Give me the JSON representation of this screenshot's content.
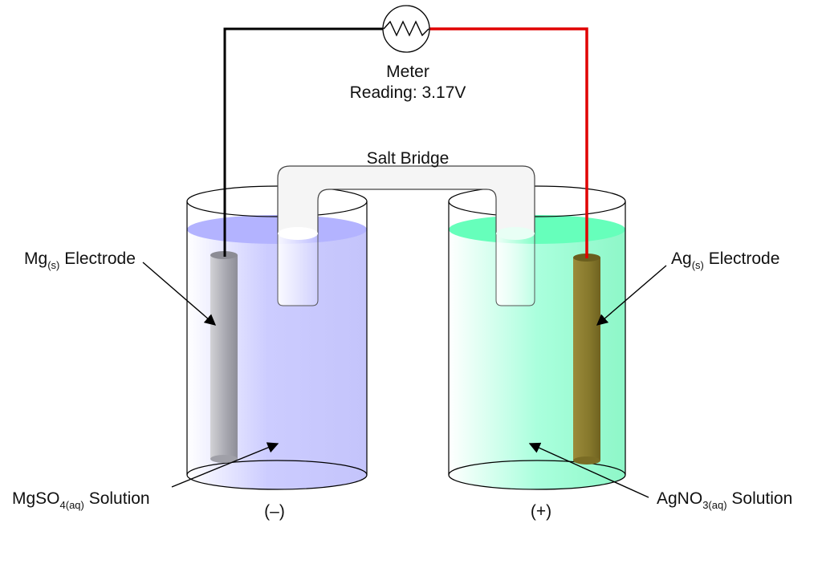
{
  "meter": {
    "title": "Meter",
    "reading_prefix": "Reading: ",
    "reading_value": "3.17V"
  },
  "salt_bridge": {
    "label": "Salt Bridge"
  },
  "left_cell": {
    "electrode_main": "Mg",
    "electrode_sub": "(s)",
    "electrode_suffix": " Electrode",
    "solution_main": "MgSO",
    "solution_sub": "4(aq)",
    "solution_suffix": " Solution",
    "polarity": "(–)"
  },
  "right_cell": {
    "electrode_main": "Ag",
    "electrode_sub": "(s)",
    "electrode_suffix": " Electrode",
    "solution_main": "AgNO",
    "solution_sub": "3(aq)",
    "solution_suffix": " Solution",
    "polarity": "(+)"
  },
  "colors": {
    "left_solution": "#b3b3ff",
    "right_solution": "#66ffbb",
    "wire_negative": "#000000",
    "wire_positive": "#e00000",
    "mg_electrode": "#a9a9b3",
    "ag_electrode": "#8b7a2a"
  },
  "icons": {
    "meter": "meter-resistor-zigzag-icon"
  }
}
